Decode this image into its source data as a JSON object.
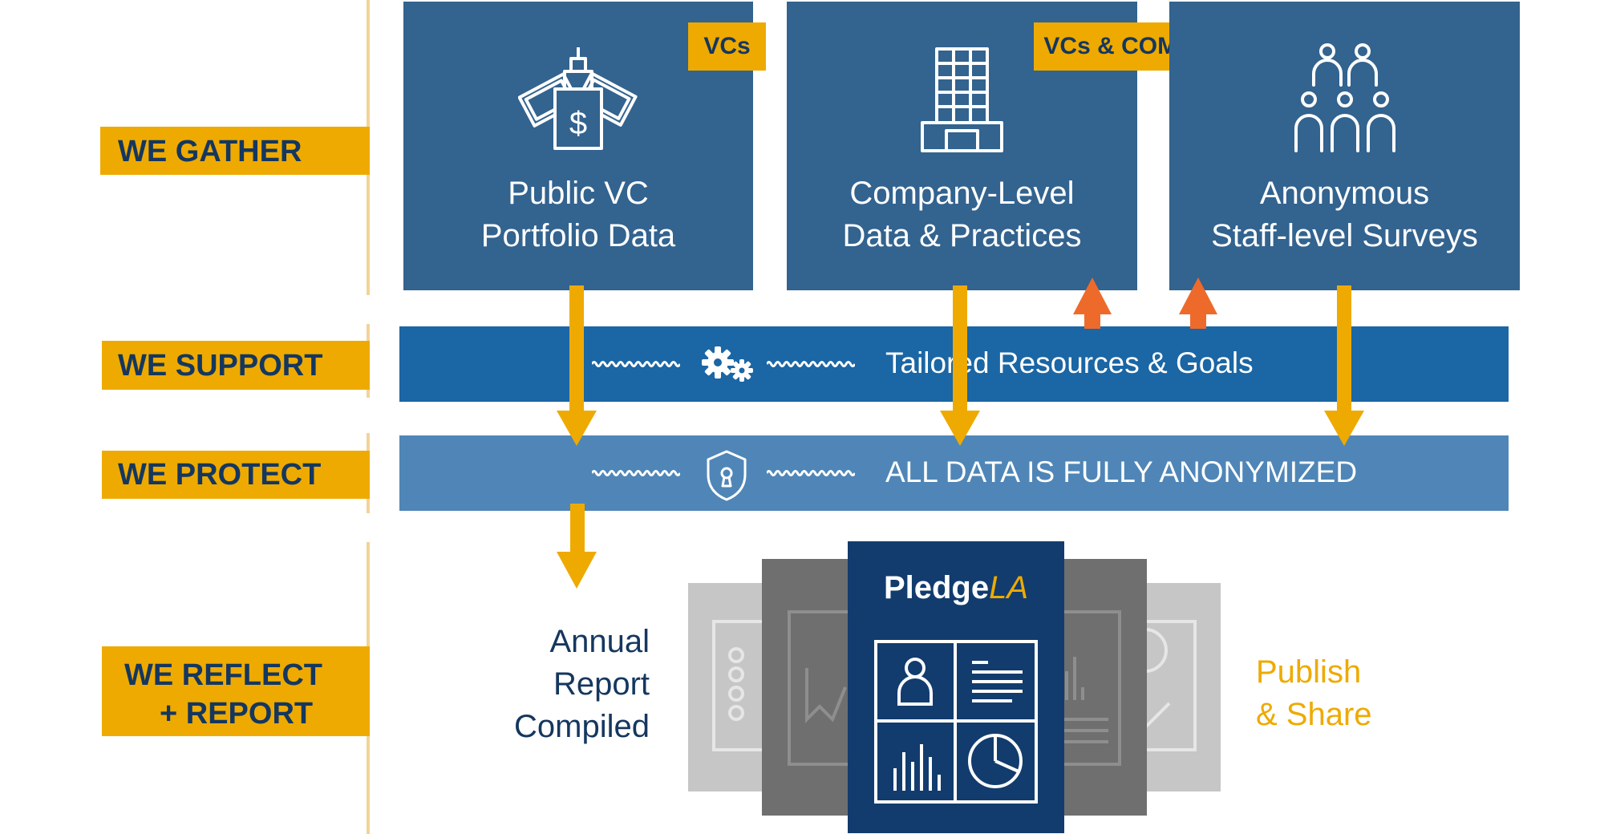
{
  "stages": {
    "gather": "WE GATHER",
    "support": "WE SUPPORT",
    "protect": "WE PROTECT",
    "reflect_line1": "WE REFLECT",
    "reflect_line2": "+ REPORT"
  },
  "sources": [
    {
      "tag": "VCs",
      "line1": "Public VC",
      "line2": "Portfolio Data",
      "icon": "cash-and-skyscraper-icon"
    },
    {
      "tag": "VCs & COMPANIES",
      "line1": "Company-Level",
      "line2": "Data & Practices",
      "icon": "office-building-icon"
    },
    {
      "tag": "",
      "line1": "Anonymous",
      "line2": "Staff-level Surveys",
      "icon": "people-group-icon"
    }
  ],
  "support_band": {
    "text": "Tailored Resources & Goals",
    "icon": "gears-icon"
  },
  "protect_band": {
    "text": "ALL DATA IS FULLY ANONYMIZED",
    "icon": "shield-lock-icon"
  },
  "report": {
    "left_line1": "Annual",
    "left_line2": "Report",
    "left_line3": "Compiled",
    "right_line1": "Publish",
    "right_line2": "& Share",
    "brand_word1": "Pledge",
    "brand_word2": "LA"
  },
  "colors": {
    "accent_yellow": "#eeaa00",
    "arrow_orange": "#ee6a2b",
    "dark_navy": "#15375f",
    "box_blue": "#33638f",
    "support_blue": "#1b66a4",
    "protect_blue": "#4f86b7",
    "report_navy": "#123c6e"
  }
}
